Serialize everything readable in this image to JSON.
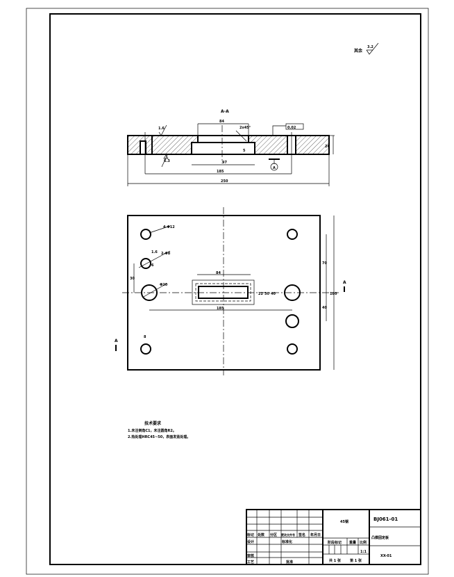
{
  "drawing": {
    "section_label": "A-A",
    "roughness_general": {
      "prefix": "其余",
      "value": "3.2"
    },
    "section_dims": {
      "top_slot": "84",
      "chamfer": "2x45°",
      "flatness": "0.02",
      "depth": "5",
      "bottom_slot": "97",
      "hole_span": "185",
      "overall_width": "250",
      "thickness": "20",
      "roughness_top": "1.6",
      "roughness_bottom": "6.3",
      "datum": "A"
    },
    "plan_dims": {
      "hole1": "4-Φ12",
      "hole2": "2-Φ8",
      "hole3": "Φ20",
      "slot_len": "84",
      "slot_w": "22",
      "slot_w2": "30",
      "slot_w3": "40",
      "span": "185",
      "v1": "30",
      "v2": "70",
      "v3": "40",
      "overall_h": "180",
      "small": "8",
      "pin": "6"
    },
    "view_marker": "A"
  },
  "notes": {
    "title": "技术要求",
    "lines": [
      "1.未注倒角C1，未注圆角R2。",
      "2.热处理HRC45~50，表面发蓝处理。"
    ]
  },
  "title_block": {
    "header_cells": [
      "标记",
      "处数",
      "分区",
      "更改文件号",
      "签名",
      "年月日"
    ],
    "design": "设计",
    "standardization": "标准化",
    "review": "审核",
    "process": "工艺",
    "approve": "批准",
    "material": "45钢",
    "stage_mark": "阶段标记",
    "weight": "重量",
    "scale": "比例",
    "scale_value": "1:1",
    "sheets": "共 1 张",
    "sheet_no": "第 1 张",
    "drawing_no": "BJ061-01",
    "part_name": "凸模固定板",
    "company": "XX-01"
  }
}
